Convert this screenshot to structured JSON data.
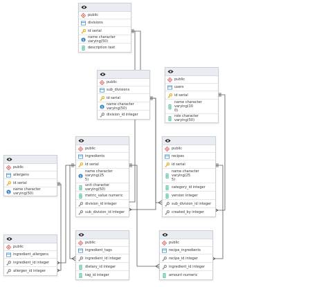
{
  "tables": [
    {
      "id": "divisions",
      "schema": "public",
      "name": "divisions",
      "columns": [
        {
          "text": "id serial",
          "icon": "key-icon"
        },
        {
          "text": "name character varying(50)",
          "icon": "dollar-icon"
        },
        {
          "text": "description text",
          "icon": "column-icon"
        }
      ]
    },
    {
      "id": "sub_divisions",
      "schema": "public",
      "name": "sub_divisions",
      "columns": [
        {
          "text": "id serial",
          "icon": "key-icon"
        },
        {
          "text": "name character varying(50)",
          "icon": "dollar-icon"
        },
        {
          "text": "division_id integer",
          "icon": "foreign-key-icon"
        }
      ]
    },
    {
      "id": "users",
      "schema": "public",
      "name": "users",
      "columns": [
        {
          "text": "id serial",
          "icon": "key-icon"
        },
        {
          "text": "name character varying(10\n0)",
          "icon": "column-icon"
        },
        {
          "text": "role character varying(50)",
          "icon": "column-icon"
        }
      ]
    },
    {
      "id": "allergens",
      "schema": "public",
      "name": "allergens",
      "columns": [
        {
          "text": "id serial",
          "icon": "key-icon"
        },
        {
          "text": "name character varying(50)",
          "icon": "dollar-icon"
        }
      ]
    },
    {
      "id": "ingredients",
      "schema": "public",
      "name": "ingredients",
      "columns": [
        {
          "text": "id serial",
          "icon": "key-icon"
        },
        {
          "text": "name character varying(25\n5)",
          "icon": "dollar-icon"
        },
        {
          "text": "unit character varying(50)",
          "icon": "column-icon"
        },
        {
          "text": "metric_value numeric",
          "icon": "column-icon"
        },
        {
          "text": "division_id integer",
          "icon": "foreign-key-icon"
        },
        {
          "text": "sub_division_id integer",
          "icon": "foreign-key-icon"
        }
      ]
    },
    {
      "id": "recipes",
      "schema": "public",
      "name": "recipes",
      "columns": [
        {
          "text": "id serial",
          "icon": "key-icon"
        },
        {
          "text": "name character varying(25\n5)",
          "icon": "column-icon"
        },
        {
          "text": "category_id integer",
          "icon": "column-icon"
        },
        {
          "text": "version integer",
          "icon": "column-icon"
        },
        {
          "text": "sub_division_id integer",
          "icon": "foreign-key-icon"
        },
        {
          "text": "created_by integer",
          "icon": "foreign-key-icon"
        }
      ]
    },
    {
      "id": "ingredient_allergens",
      "schema": "public",
      "name": "ingredient_allergens",
      "columns": [
        {
          "text": "ingredient_id integer",
          "icon": "foreign-key-icon"
        },
        {
          "text": "allergen_id integer",
          "icon": "foreign-key-icon"
        }
      ]
    },
    {
      "id": "ingredient_tags",
      "schema": "public",
      "name": "ingredient_tags",
      "columns": [
        {
          "text": "ingredient_id integer",
          "icon": "foreign-key-icon"
        },
        {
          "text": "dietary_id integer",
          "icon": "column-icon"
        },
        {
          "text": "tag_id integer",
          "icon": "column-icon"
        }
      ]
    },
    {
      "id": "recipe_ingredients",
      "schema": "public",
      "name": "recipe_ingredients",
      "columns": [
        {
          "text": "recipe_id integer",
          "icon": "foreign-key-icon"
        },
        {
          "text": "ingredient_id integer",
          "icon": "foreign-key-icon"
        },
        {
          "text": "amount numeric",
          "icon": "column-icon"
        }
      ]
    }
  ],
  "colors": {
    "line": "#555555",
    "header": "#e9edf2",
    "border": "#c9d0d8",
    "schema_icon": "#d9534f",
    "table_icon": "#4a90c2",
    "key_icon": "#e0a100",
    "dollar_icon": "#2f7fc1",
    "column_icon": "#2bb28a",
    "fk_icon": "#7a7a7a"
  }
}
